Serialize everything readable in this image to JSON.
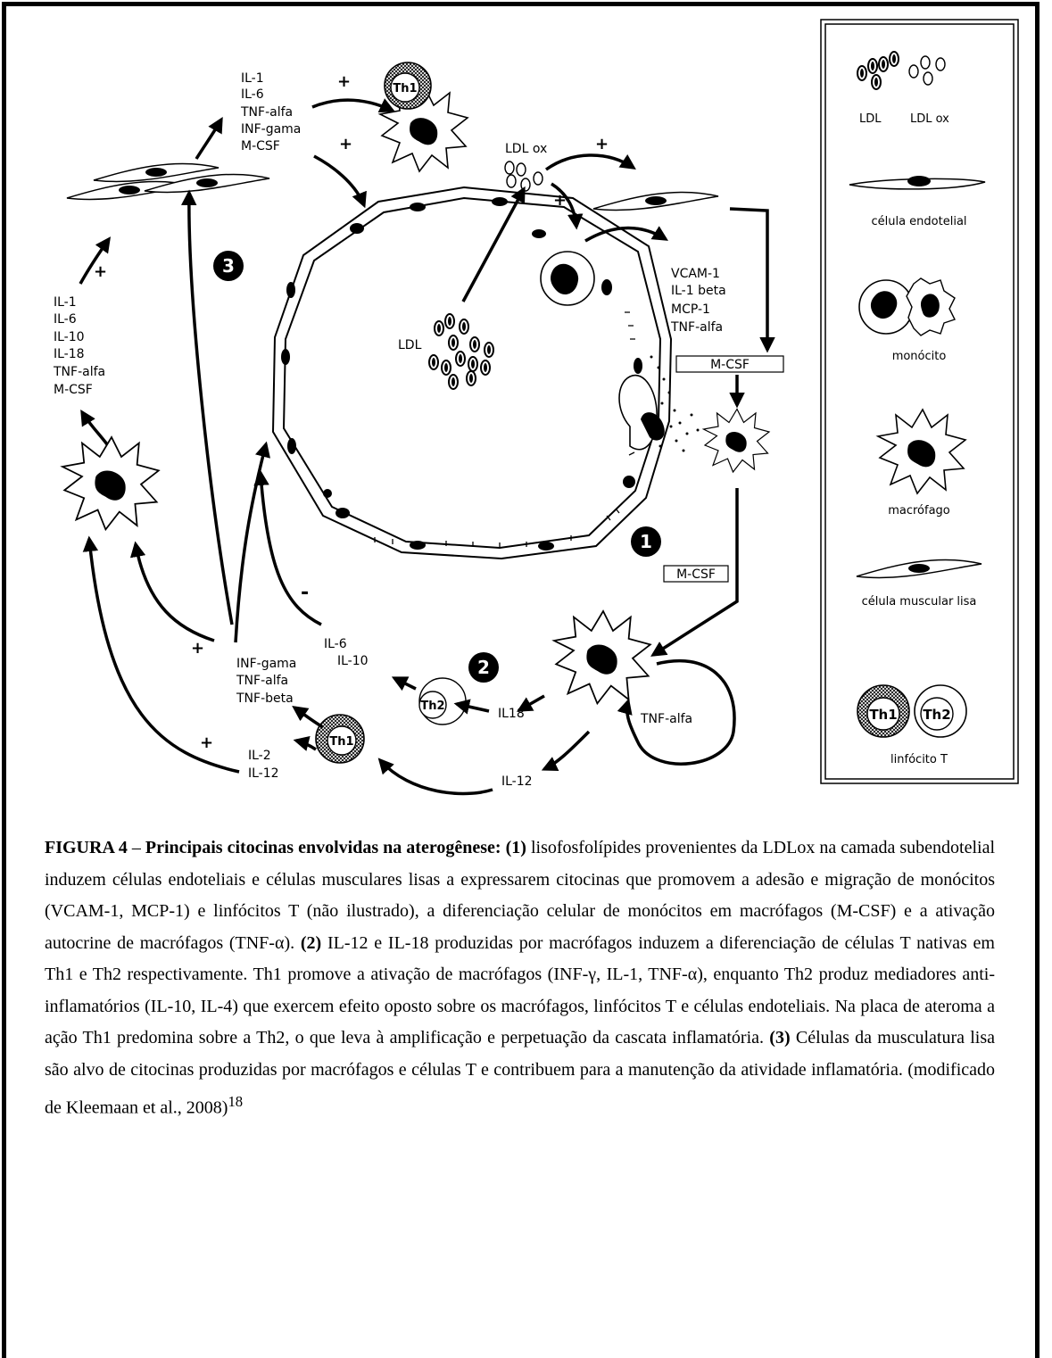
{
  "diagram": {
    "numbers": {
      "n1": "1",
      "n2": "2",
      "n3": "3"
    },
    "top_cytokines": [
      "IL-1",
      "IL-6",
      "TNF-alfa",
      "INF-gama",
      "M-CSF"
    ],
    "left_cytokines": [
      "IL-1",
      "IL-6",
      "IL-10",
      "IL-18",
      "TNF-alfa",
      "M-CSF"
    ],
    "ldl_ox_label": "LDL ox",
    "ldl_label": "LDL",
    "endo_cytokines": [
      "VCAM-1",
      "IL-1 beta",
      "MCP-1",
      "TNF-alfa"
    ],
    "mcsf_box_1": "M-CSF",
    "mcsf_box_2": "M-CSF",
    "th1_label": "Th1",
    "th2_label": "Th2",
    "th1_out": [
      "INF-gama",
      "TNF-alfa",
      "TNF-beta"
    ],
    "th1_in": [
      "IL-2",
      "IL-12"
    ],
    "th2_out": [
      "IL-6",
      "IL-10"
    ],
    "il18_label": "IL18",
    "il12_label": "IL-12",
    "tnf_label": "TNF-alfa",
    "plus": "+",
    "minus": "-"
  },
  "legend": {
    "ldl": "LDL",
    "ldl_ox": "LDL ox",
    "endothelial": "célula endotelial",
    "monocyte": "monócito",
    "macrophage": "macrófago",
    "smooth_muscle": "célula muscular lisa",
    "t_cell": "linfócito T",
    "th1": "Th1",
    "th2": "Th2"
  },
  "caption": {
    "label": "FIGURA 4",
    "dash": " – ",
    "title": "Principais citocinas envolvidas na aterogênese:",
    "p1_num": "(1)",
    "p1_text": " lisofosfolípides provenientes da LDLox na camada subendotelial induzem células endoteliais e células musculares lisas a expressarem citocinas que promovem a adesão e migração de monócitos (VCAM-1, MCP-1) e linfócitos T (não ilustrado), a diferenciação celular de monócitos em macrófagos (M-CSF) e a ativação autocrine de macrófagos (TNF-α). ",
    "p2_num": "(2)",
    "p2_text": " IL-12 e IL-18 produzidas por macrófagos induzem a diferenciação de células T nativas em Th1 e Th2 respectivamente. Th1 promove a ativação de macrófagos (INF-γ, IL-1, TNF-α), enquanto Th2 produz mediadores anti-inflamatórios (IL-10, IL-4) que exercem efeito oposto sobre os macrófagos, linfócitos T e células endoteliais. Na placa de ateroma a ação Th1 predomina sobre a Th2, o que leva à amplificação e perpetuação da cascata inflamatória. ",
    "p3_num": "(3)",
    "p3_text": " Células da musculatura lisa são alvo de citocinas produzidas por macrófagos e células T e contribuem para a manutenção da atividade inflamatória. (modificado de Kleemaan et al., 2008)",
    "ref": "18"
  }
}
